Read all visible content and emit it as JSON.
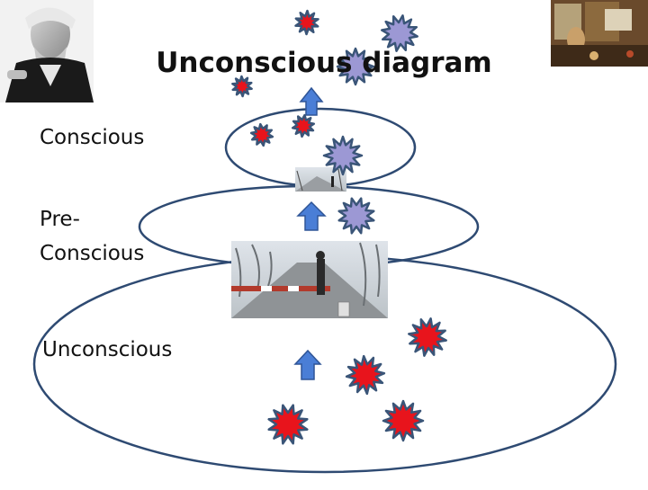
{
  "title": "Unconscious diagram",
  "labels": {
    "conscious": "Conscious",
    "preconscious_line1": "Pre-",
    "preconscious_line2": "Conscious",
    "unconscious": "Unconscious"
  },
  "photos": {
    "portrait": "portrait-photo",
    "study": "study-room-photo",
    "snow_small": "snowy-road-photo-small",
    "snow_large": "snowy-road-photo-large"
  },
  "colors": {
    "ellipse_stroke": "#2e4a72",
    "arrow_fill": "#4a7ed6",
    "arrow_stroke": "#2f5597",
    "thought_lavender": "#9c98d4",
    "thought_red": "#e8141c",
    "thought_stroke": "#3a5578"
  }
}
